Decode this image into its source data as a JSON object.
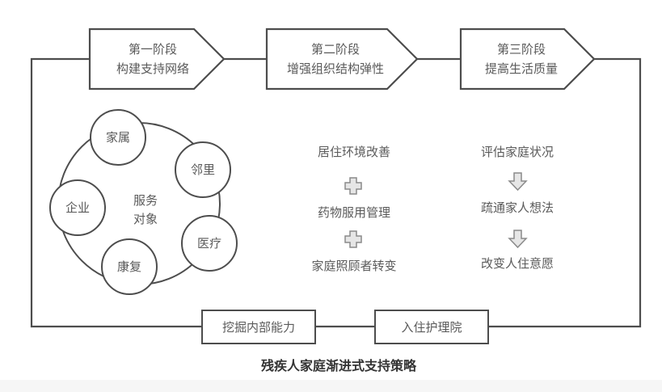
{
  "colors": {
    "stroke": "#4d4d4d",
    "text": "#5a5a5a",
    "caption": "#333333",
    "symbol_fill": "#e6e6e6",
    "symbol_stroke": "#8a8a8a"
  },
  "stages": [
    {
      "title": "第一阶段",
      "subtitle": "构建支持网络"
    },
    {
      "title": "第二阶段",
      "subtitle": "增强组织结构弹性"
    },
    {
      "title": "第三阶段",
      "subtitle": "提高生活质量"
    }
  ],
  "network": {
    "center_line1": "服务",
    "center_line2": "对象",
    "nodes": [
      "家属",
      "邻里",
      "医疗",
      "康复",
      "企业"
    ]
  },
  "middle_column": {
    "items": [
      "居住环境改善",
      "药物服用管理",
      "家庭照顾者转变"
    ],
    "connector_icon": "plus-icon"
  },
  "right_column": {
    "items": [
      "评估家庭状况",
      "疏通家人想法",
      "改变人住意愿"
    ],
    "connector_icon": "arrow-down-icon"
  },
  "bottom_boxes": [
    "挖掘内部能力",
    "入住护理院"
  ],
  "caption": "残疾人家庭渐进式支持策略"
}
